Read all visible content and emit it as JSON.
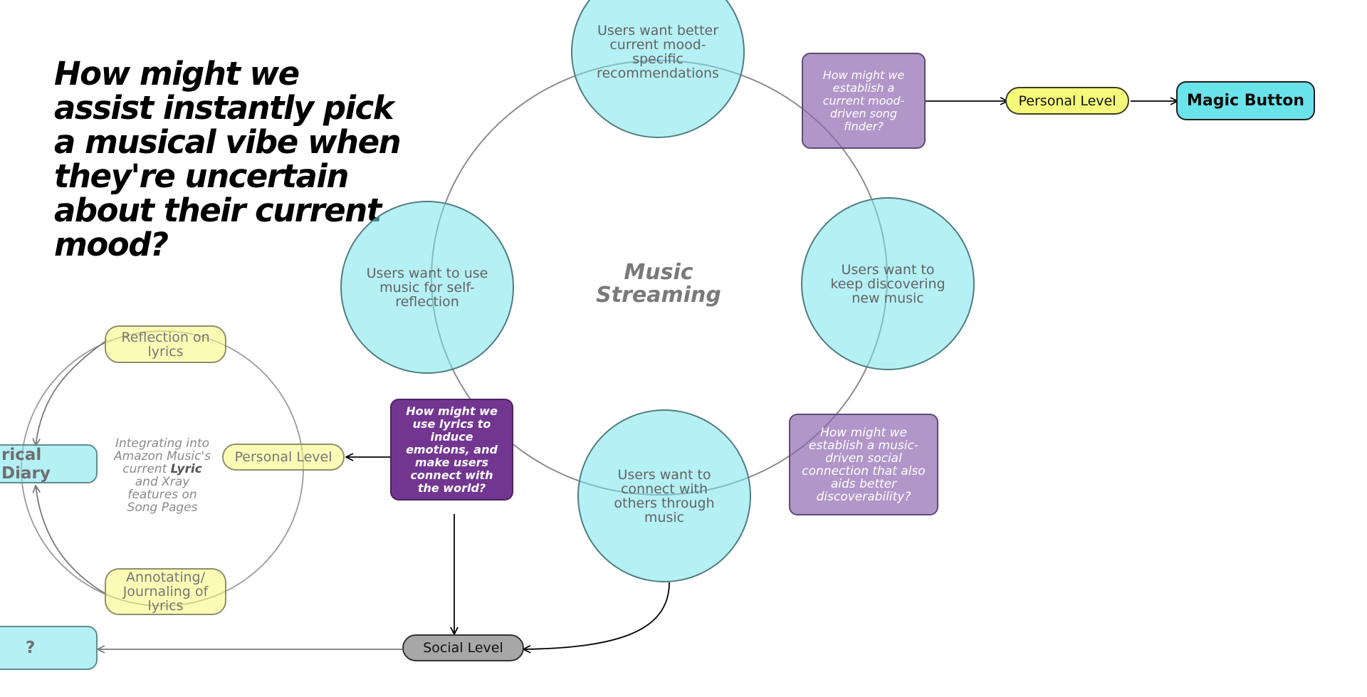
{
  "question": "How might we assist instantly pick a musical vibe when they're uncertain about their current mood?",
  "center": {
    "line1": "Music",
    "line2": "Streaming"
  },
  "needs": {
    "top": "Users want better current mood-specific recommendations",
    "left": "Users want to use music for self-reflection",
    "right": "Users want to keep discovering new music",
    "bottom": "Users want to connect with others through music"
  },
  "hmw": {
    "mood_finder": "How might we establish a current mood-driven song finder?",
    "social": "How might we establish a music-driven social connection that also aids better discoverability?",
    "lyrics": "How might we use lyrics to induce emotions, and make users connect with the world?"
  },
  "levels": {
    "personal_top": "Personal Level",
    "personal_left": "Personal Level",
    "social": "Social Level"
  },
  "outcomes": {
    "magic_button": "Magic Button",
    "lyrical_diary": "rical Diary",
    "unknown": "?"
  },
  "lyric_cycle": {
    "reflection": "Reflection on lyrics",
    "annotating": "Annotating/ Journaling of lyrics",
    "integrating_pre": "Integrating into Amazon Music's current",
    "integrating_bold": "Lyric",
    "integrating_post": "and Xray features on Song Pages"
  },
  "colors": {
    "cyan": "#78e4ec",
    "purple_light": "#a07cc0",
    "purple_dark": "#723691",
    "yellow": "#f5f97a",
    "gray": "#a7a7a7",
    "magic_cyan": "#6ae3ea"
  }
}
